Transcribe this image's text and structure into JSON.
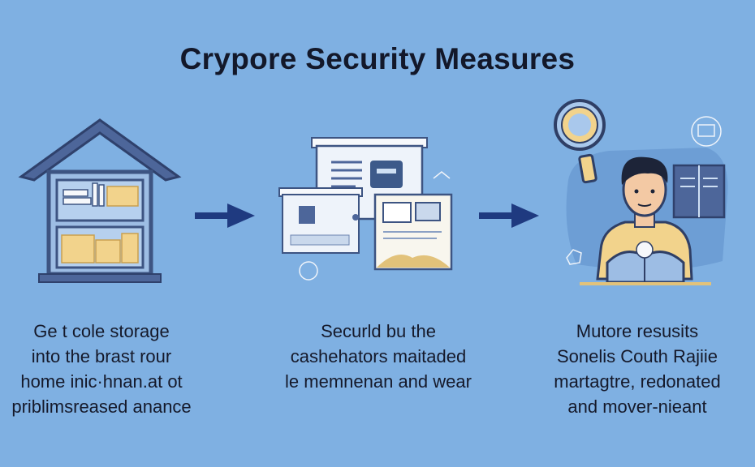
{
  "title": "Crypore Security Measures",
  "steps": [
    {
      "icon": "house-storage-icon",
      "lines": [
        "Ge t cole storage",
        "into the brast rour",
        "home inic·hnan.at ot",
        "priblimsreased anance"
      ]
    },
    {
      "icon": "documents-windows-icon",
      "lines": [
        "Securld bu the",
        "cashehators maitaded",
        "le memnenan and wear"
      ]
    },
    {
      "icon": "person-magnifier-icon",
      "lines": [
        "Mutore resusits",
        "Sonelis Couth Rajiie",
        "martagtre, redonated",
        "and mover-nieant"
      ]
    }
  ],
  "colors": {
    "background": "#7fb0e2",
    "navy": "#3d5482",
    "arrow": "#1f3a80",
    "gold": "#f2d38c",
    "panel": "#eef3fa"
  }
}
